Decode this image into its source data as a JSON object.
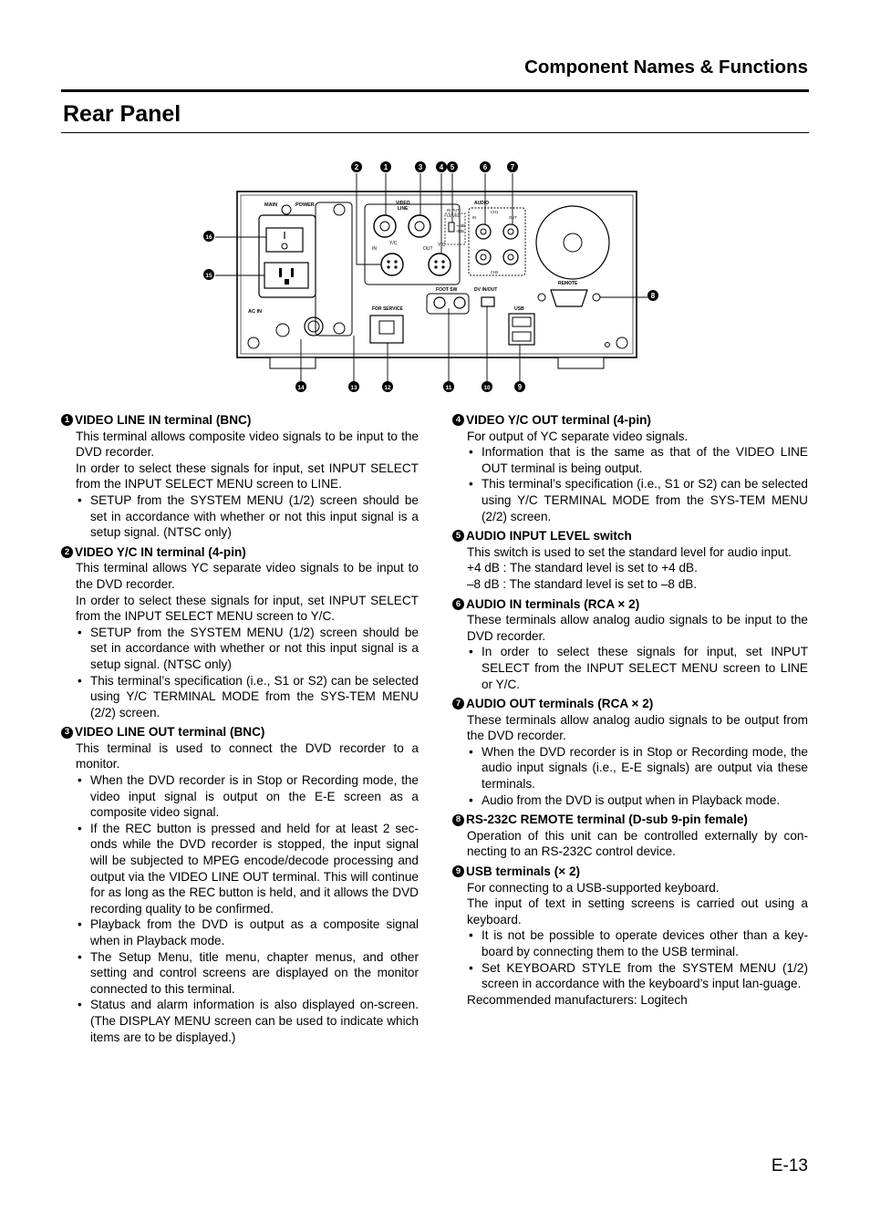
{
  "header": {
    "section": "Component Names & Functions",
    "title": "Rear Panel"
  },
  "diagram": {
    "callouts_top": [
      "2",
      "1",
      "3",
      "4",
      "5",
      "6",
      "7"
    ],
    "callouts_right": [
      "8"
    ],
    "callouts_left": [
      "16",
      "15"
    ],
    "callouts_bottom": [
      "14",
      "13",
      "12",
      "11",
      "10",
      "9"
    ],
    "labels": {
      "main": "MAIN",
      "power": "POWER",
      "ac_in": "AC IN",
      "video": "VIDEO",
      "line": "LINE",
      "in": "IN",
      "yc": "Y/C",
      "out": "OUT",
      "input": "IN PUT",
      "level": "LE VEL",
      "plus8": "+4dB",
      "minus8": "-8dB",
      "audio": "AUDIO",
      "ch1": "CH1",
      "ch2": "CH2",
      "foot_sw": "FOOT SW",
      "dv": "DV IN/OUT",
      "usb": "USB",
      "for_service": "FOR SERVICE",
      "remote": "REMOTE"
    }
  },
  "items": [
    {
      "num": "1",
      "title": "VIDEO LINE IN terminal (BNC)",
      "paras": [
        "This terminal allows composite video signals to be input to the DVD recorder.",
        "In order to select these signals for input, set INPUT SELECT from the INPUT SELECT MENU screen to LINE."
      ],
      "bullets": [
        "SETUP from the SYSTEM MENU (1/2) screen should be set in accordance with whether or not this input signal is a setup signal. (NTSC only)"
      ]
    },
    {
      "num": "2",
      "title": "VIDEO Y/C IN terminal (4-pin)",
      "paras": [
        "This terminal allows YC separate video signals to be input to the DVD recorder.",
        "In order to select these signals for input, set INPUT SELECT from the INPUT SELECT MENU screen to Y/C."
      ],
      "bullets": [
        "SETUP from the SYSTEM MENU (1/2) screen should be set in accordance with whether or not this input signal is a setup signal. (NTSC only)",
        "This terminal’s specification (i.e., S1 or S2) can be selected using Y/C TERMINAL MODE from the SYS-TEM MENU (2/2) screen."
      ]
    },
    {
      "num": "3",
      "title": "VIDEO LINE OUT terminal (BNC)",
      "paras": [
        "This terminal is used to connect the DVD recorder to a monitor."
      ],
      "bullets": [
        "When the DVD recorder is in Stop or Recording mode, the video input signal is output on the E-E screen as a composite video signal.",
        "If the REC button is pressed and held for at least 2 sec-onds while the DVD recorder is stopped, the input signal will be subjected to MPEG encode/decode processing and output via the VIDEO LINE OUT terminal. This will continue for as long as the REC button is held, and it allows the DVD recording quality to be confirmed.",
        "Playback from the DVD is output as a composite signal when in Playback mode.",
        "The Setup Menu, title menu, chapter menus, and other setting and control screens are displayed on the monitor connected to this terminal.",
        "Status and alarm information is also displayed on-screen. (The DISPLAY MENU screen can be used to indicate which items are to be displayed.)"
      ]
    },
    {
      "num": "4",
      "title": "VIDEO Y/C OUT terminal (4-pin)",
      "paras": [
        "For output of YC separate video signals."
      ],
      "bullets": [
        "Information that is the same as that of the VIDEO LINE OUT terminal is being output.",
        "This terminal’s specification (i.e., S1 or S2) can be selected using Y/C TERMINAL MODE from the SYS-TEM MENU (2/2) screen."
      ]
    },
    {
      "num": "5",
      "title": "AUDIO INPUT LEVEL switch",
      "paras": [
        "This switch is used to set the standard level for audio input.",
        "+4 dB : The standard level is set to +4 dB.",
        "–8 dB : The standard level is set to –8 dB."
      ],
      "bullets": []
    },
    {
      "num": "6",
      "title": "AUDIO IN terminals (RCA × 2)",
      "paras": [
        "These terminals allow analog audio signals to be input to the DVD recorder."
      ],
      "bullets": [
        "In order to select these signals for input, set INPUT SELECT from the INPUT SELECT MENU screen to LINE or Y/C."
      ]
    },
    {
      "num": "7",
      "title": "AUDIO OUT terminals (RCA × 2)",
      "paras": [
        "These terminals allow analog audio signals to be output from the DVD recorder."
      ],
      "bullets": [
        "When the DVD recorder is in Stop or Recording mode, the audio input signals (i.e., E-E signals) are output via these terminals.",
        "Audio from the DVD is output when in Playback mode."
      ]
    },
    {
      "num": "8",
      "title": "RS-232C REMOTE terminal (D-sub 9-pin female)",
      "paras": [
        "Operation of this unit can be controlled externally by con-necting to an RS-232C control device."
      ],
      "bullets": []
    },
    {
      "num": "9",
      "title": "USB terminals (× 2)",
      "paras": [
        "For connecting to a USB-supported keyboard.",
        "The input of text in setting screens is carried out using a keyboard."
      ],
      "bullets": [
        "It is not be possible to operate devices other than a key-board by connecting them to the USB terminal.",
        "Set KEYBOARD STYLE from the SYSTEM MENU (1/2) screen in accordance with the keyboard’s input lan-guage."
      ],
      "after": "Recommended manufacturers: Logitech"
    }
  ],
  "page_number": "E-13"
}
